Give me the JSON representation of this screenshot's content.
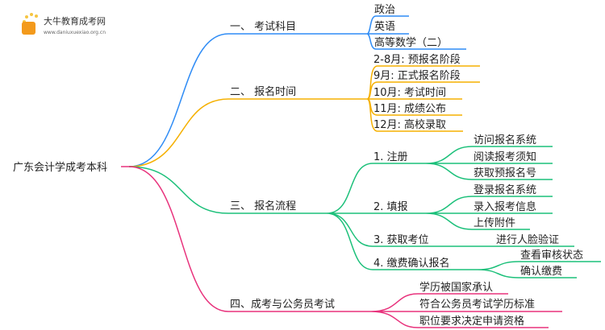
{
  "logo": {
    "name": "大牛教育成考网",
    "url": "www.daniuxuexiao.org.cn"
  },
  "root": "广东会计学成考本科",
  "colors": {
    "b1": "#2f8cf5",
    "b2": "#f5b000",
    "b3": "#1cc07a",
    "b4": "#e8327c"
  },
  "branches": [
    {
      "label": "一、 考试科目",
      "children": [
        "政治",
        "英语",
        "高等数学（二）"
      ]
    },
    {
      "label": "二、 报名时间",
      "children": [
        "2-8月: 预报名阶段",
        "9月: 正式报名阶段",
        "10月: 考试时间",
        "11月: 成绩公布",
        "12月: 高校录取"
      ]
    },
    {
      "label": "三、 报名流程",
      "children": [
        {
          "label": "1. 注册",
          "children": [
            "访问报名系统",
            "阅读报考须知",
            "获取预报名号"
          ]
        },
        {
          "label": "2. 填报",
          "children": [
            "登录报名系统",
            "录入报考信息",
            "上传附件"
          ]
        },
        {
          "label": "3. 获取考位",
          "children": [
            "进行人脸验证"
          ]
        },
        {
          "label": "4. 缴费确认报名",
          "children": [
            "查看审核状态",
            "确认缴费"
          ]
        }
      ]
    },
    {
      "label": "四、成考与公务员考试",
      "children": [
        "学历被国家承认",
        "符合公务员考试学历标准",
        "职位要求决定申请资格"
      ]
    }
  ]
}
